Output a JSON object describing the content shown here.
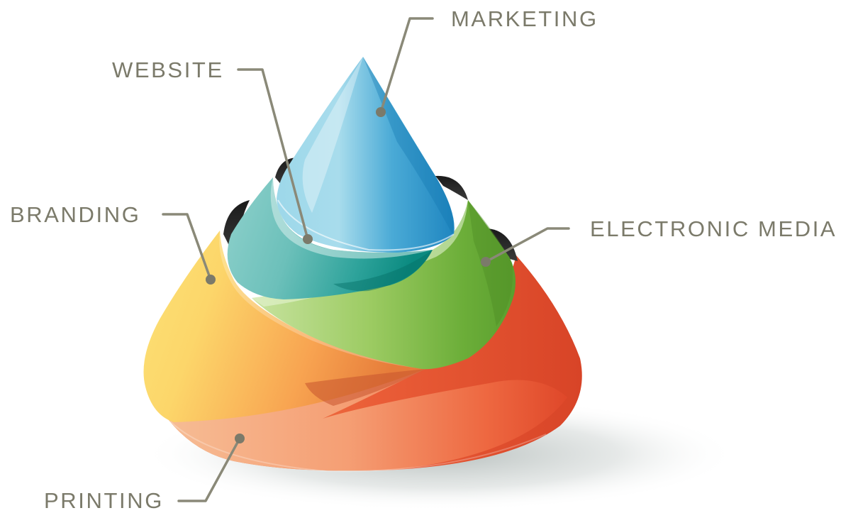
{
  "diagram": {
    "label_color": "#7b7a6a",
    "leader_color": "#8a8978",
    "labels": {
      "marketing": "MARKETING",
      "website": "WEBSITE",
      "branding": "BRANDING",
      "electronic_media": "ELECTRONIC MEDIA",
      "printing": "PRINTING"
    },
    "segments": [
      {
        "name": "marketing",
        "color": "#3fa7d6"
      },
      {
        "name": "website",
        "color": "#5fbfb8"
      },
      {
        "name": "electronic_media",
        "color": "#7ac142"
      },
      {
        "name": "branding",
        "color": "#f7b54a"
      },
      {
        "name": "printing",
        "color": "#ef6a3c"
      }
    ]
  }
}
